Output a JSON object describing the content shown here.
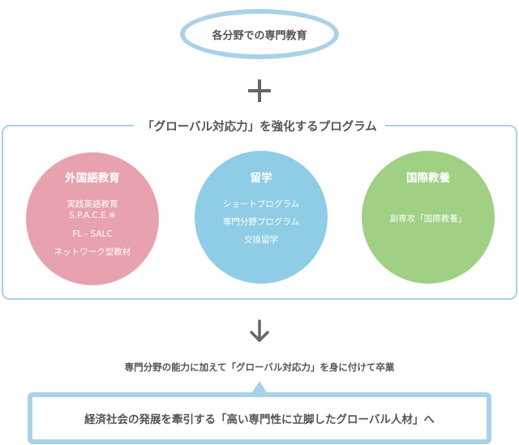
{
  "top": {
    "label": "各分野での専門教育"
  },
  "program": {
    "title": "「グローバル対応力」を強化するプログラム",
    "circles": [
      {
        "title": "外国語教育",
        "items": [
          "実践英語教育",
          "S.P.A.C.E.※",
          "FL - SALC",
          "ネットワーク型教材"
        ]
      },
      {
        "title": "留学",
        "items": [
          "ショートプログラム",
          "専門分野プログラム",
          "交換留学"
        ]
      },
      {
        "title": "国際教養",
        "items": [
          "副専攻「国際教養」"
        ]
      }
    ]
  },
  "summary": "専門分野の能力に加えて「グローバル対応力」を身に付けて卒業",
  "final": "経済社会の発展を牽引する「高い専門性に立脚したグローバル人材」へ",
  "colors": {
    "accent_blue": "#a9d2e8",
    "pink": "#e8a1af",
    "blue": "#8ecde5",
    "green": "#9fd083",
    "text": "#555555"
  },
  "icons": {
    "plus": "plus-icon",
    "arrow": "arrow-down-icon"
  }
}
